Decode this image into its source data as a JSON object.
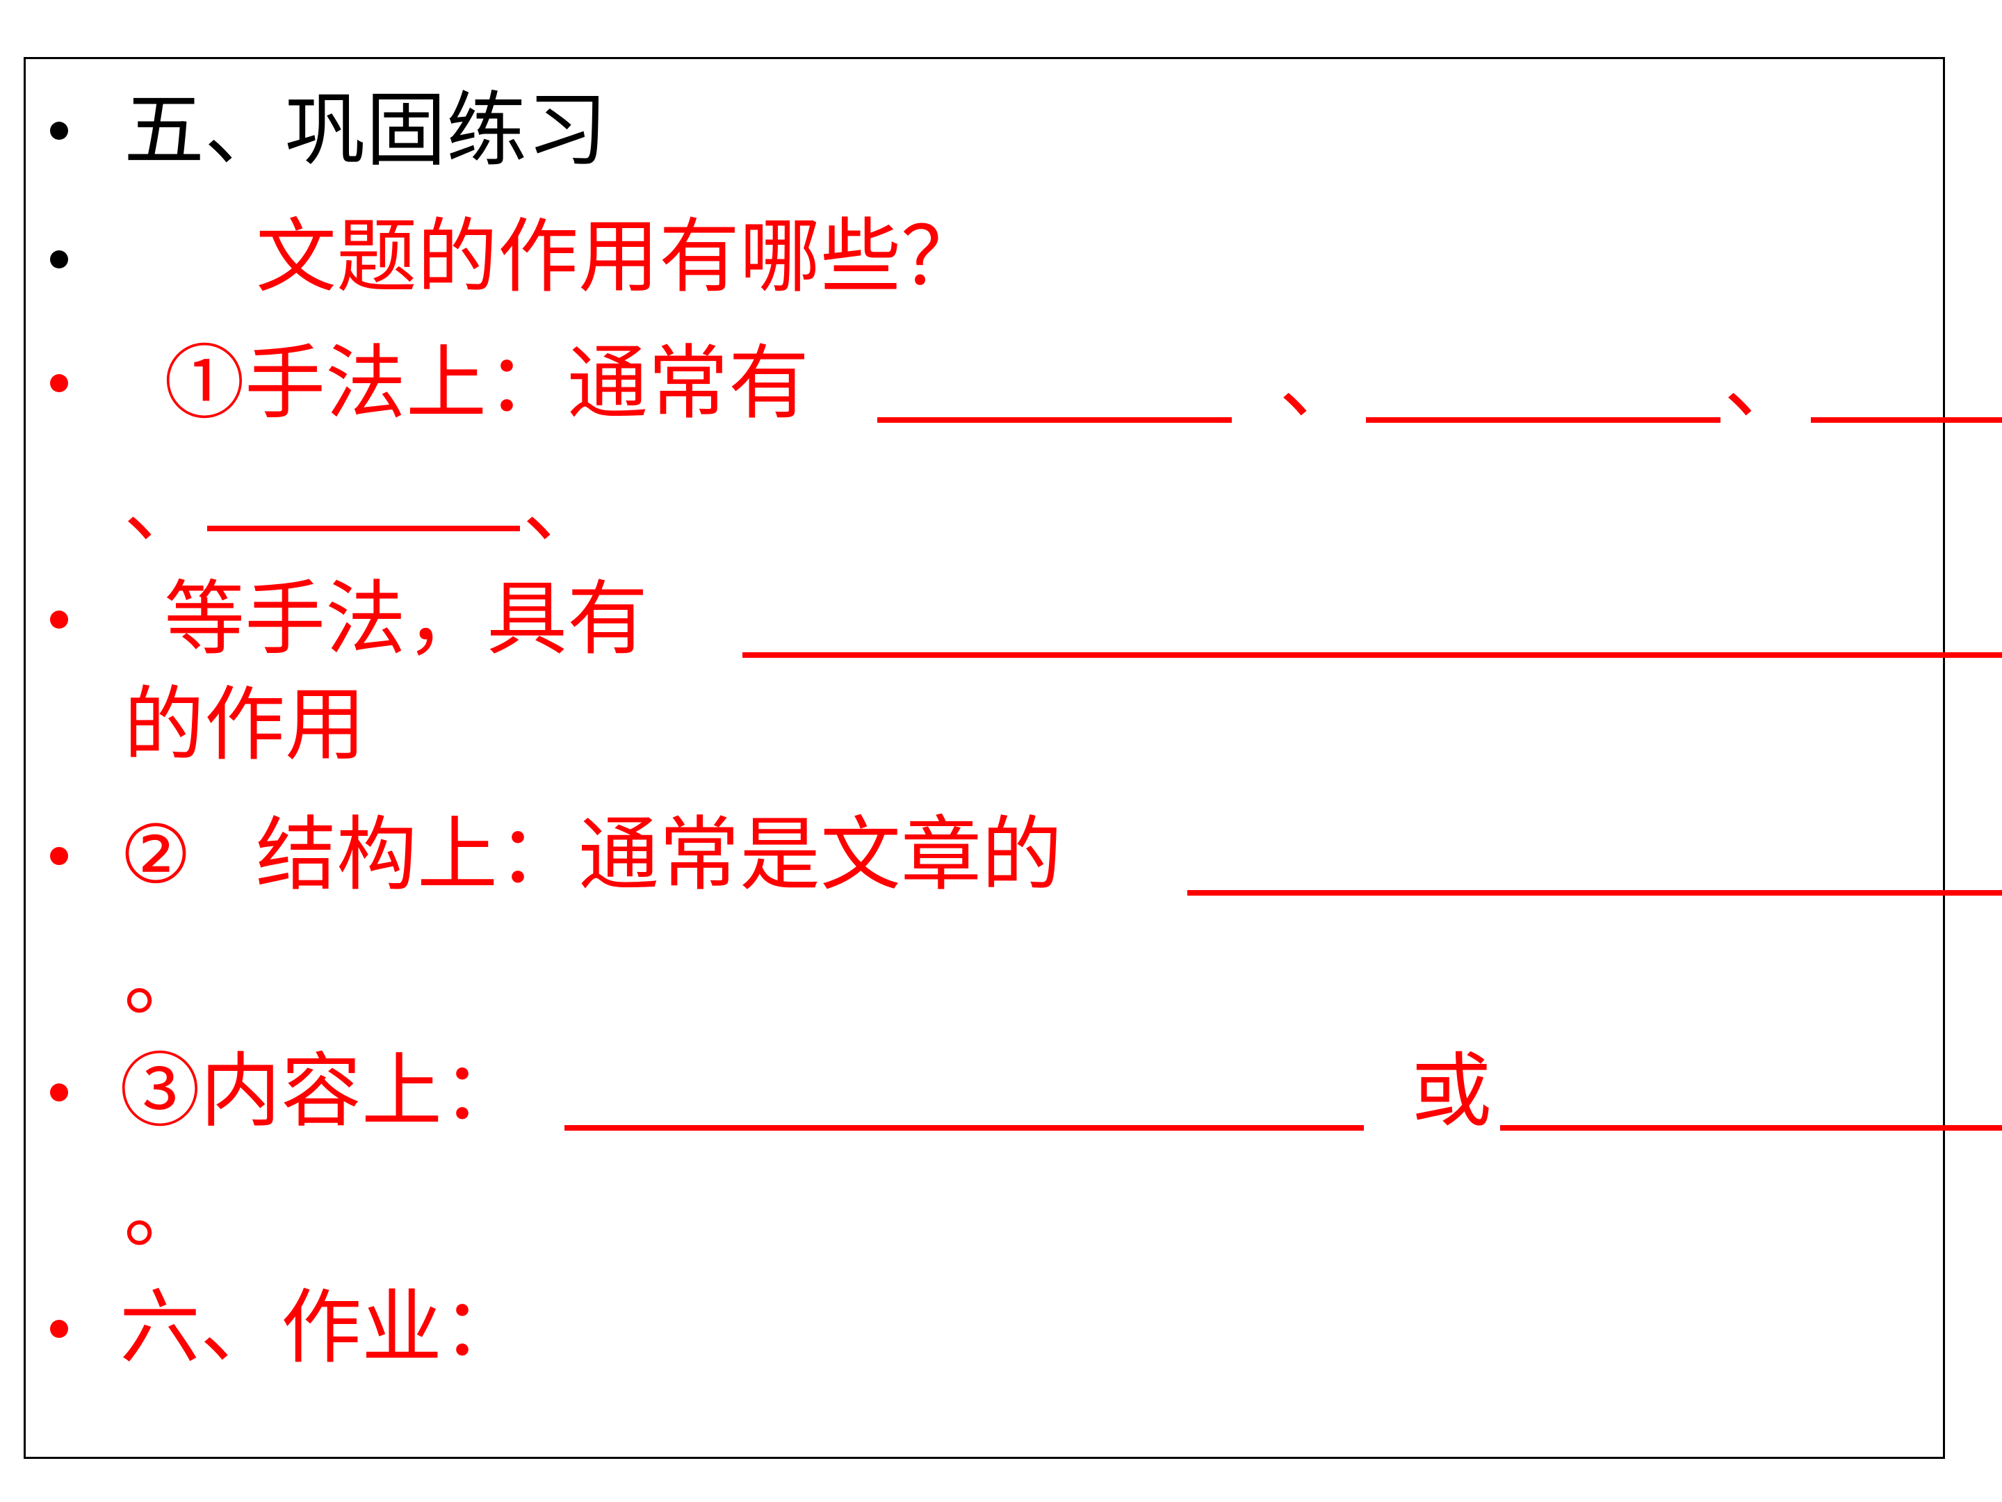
{
  "colors": {
    "heading": "#000000",
    "accent": "#ff0000",
    "border": "#000000"
  },
  "lines": {
    "l1": "五、巩固练习",
    "l2": "文题的作用有哪些？",
    "l3": "①手法上：通常有",
    "l3_sep1": "、",
    "l3_sep2": "、",
    "l3b_sep1": "、",
    "l3b_sep2": "、",
    "l4": "等手法，具有",
    "l4b": "的作用",
    "l5_num": "②",
    "l5": "结构上：通常是文章的",
    "l5b": "。",
    "l6": "③内容上：",
    "l6_mid": "或",
    "l6b": "。",
    "l7": "六、作业："
  }
}
